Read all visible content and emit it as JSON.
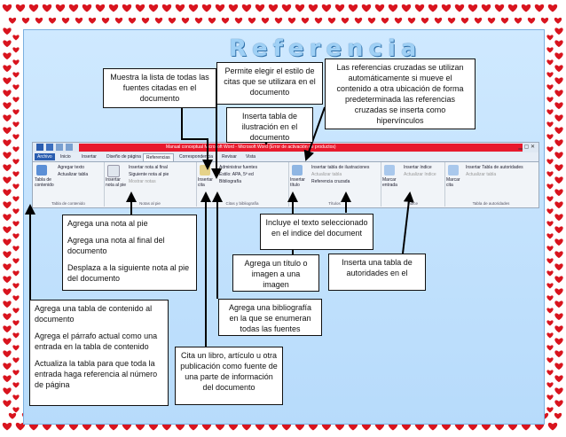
{
  "heading": "Referencia",
  "window": {
    "title": "Manual conceptual Microsoft Word  -  Microsoft Word (Error de activación de productos)",
    "tabs": [
      "Archivo",
      "Inicio",
      "Insertar",
      "Diseño de página",
      "Referencias",
      "Correspondencia",
      "Revisar",
      "Vista"
    ],
    "active_tab": "Referencias"
  },
  "ribbon": {
    "toc": {
      "big": "Tabla de contenido",
      "add_text": "Agregar texto",
      "update_table": "Actualizar tabla",
      "label": "Tabla de contenido"
    },
    "footnotes": {
      "big": "Insertar nota al pie",
      "endnote": "Insertar nota al final",
      "next": "Siguiente nota al pie",
      "show": "Mostrar notas",
      "label": "Notas al pie"
    },
    "citations": {
      "big": "Insertar cita",
      "manage": "Administrar fuentes",
      "style": "Estilo: APA, 5ª ed",
      "biblio": "Bibliografía",
      "label": "Citas y bibliografía"
    },
    "captions": {
      "big": "Insertar título",
      "insert_table": "Insertar tabla de ilustraciones",
      "update": "Actualizar tabla",
      "cross": "Referencia cruzada",
      "label": "Títulos"
    },
    "index": {
      "big": "Marcar entrada",
      "insert": "Insertar índice",
      "update": "Actualizar índice",
      "label": "Índice"
    },
    "authorities": {
      "big": "Marcar cita",
      "insert": "Insertar Tabla de autoridades",
      "update": "Actualizar tabla",
      "label": "Tabla de autoridades"
    }
  },
  "notes": {
    "fuentes": "Muestra la lista  de todas las fuentes citadas en el documento",
    "estilo": "Permite elegir el estilo de citas que se utilizara en el documento",
    "cruzadas": "Las referencias cruzadas se utilizan automáticamente si mueve el contenido a otra ubicación de forma predeterminada las referencias cruzadas se inserta como hipervínculos",
    "ilustracion": "Inserta tabla de ilustración en el documento",
    "notas_p1": "Agrega una nota al pie",
    "notas_p2": " Agrega  una nota al final del documento",
    "notas_p3": "Desplaza a la siguiente nota al pie del documento",
    "incluye": "Incluye el texto seleccionado en el indice del document",
    "titulo": "Agrega un título o imagen a una imagen",
    "autoridades": "Inserta una tabla de autoridades en el",
    "tabla_p1": "Agrega una tabla de    contenido al documento",
    "tabla_p2": "Agrega el párrafo actual como una entrada en la tabla de contenido",
    "tabla_p3": "Actualiza la tabla para que toda la entrada haga referencia al número de página",
    "bibliografia": "Agrega una bibliografía en la que se enumeran todas las fuentes",
    "cita": "Cita un libro, artículo u otra publicación como fuente de una parte de información  del documento"
  },
  "colors": {
    "heart": "#d9141e",
    "panel": "#c4e2fb",
    "title": "#9fd0f5",
    "ribbon_red": "#e8192c"
  }
}
